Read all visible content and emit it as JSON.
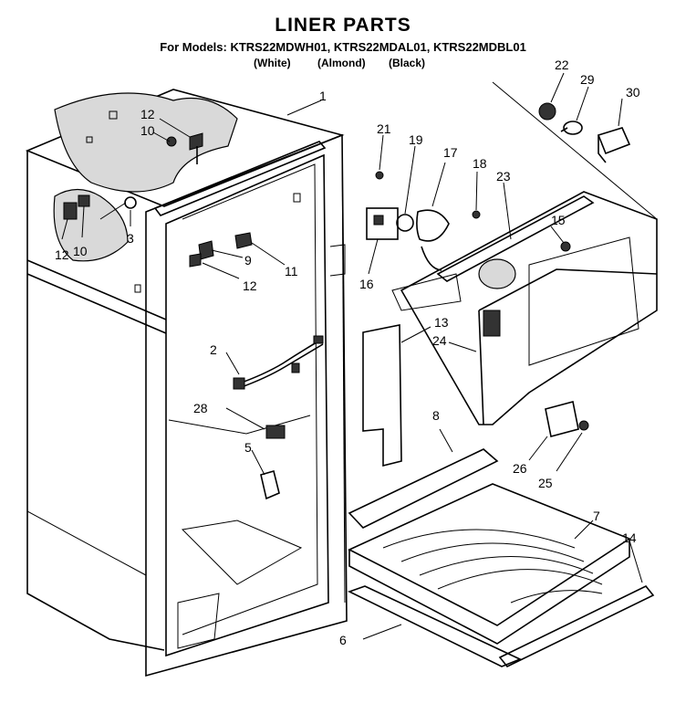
{
  "header": {
    "title": "LINER PARTS",
    "models": "For Models: KTRS22MDWH01, KTRS22MDAL01, KTRS22MDBL01",
    "colors": [
      "(White)",
      "(Almond)",
      "(Black)"
    ]
  },
  "callouts": [
    "1",
    "2",
    "3",
    "5",
    "6",
    "7",
    "8",
    "9",
    "10",
    "10",
    "11",
    "12",
    "12",
    "12",
    "13",
    "14",
    "15",
    "16",
    "17",
    "18",
    "19",
    "21",
    "22",
    "23",
    "24",
    "25",
    "26",
    "28",
    "29",
    "30"
  ]
}
